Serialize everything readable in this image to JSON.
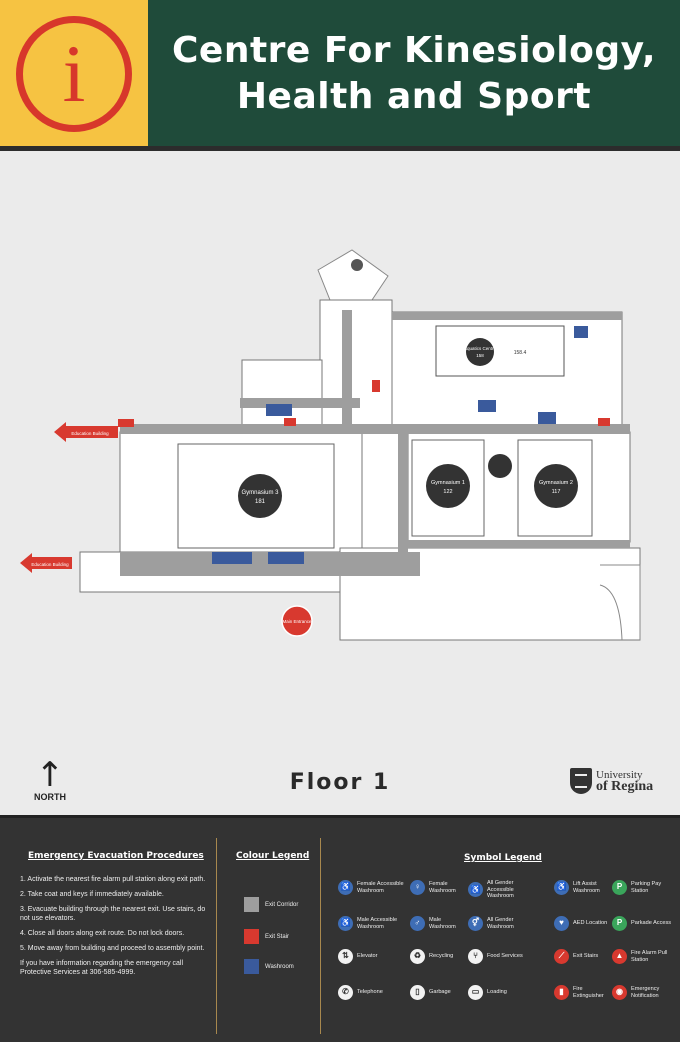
{
  "header": {
    "icon_letter": "i",
    "title_line1": "Centre For Kinesiology,",
    "title_line2": "Health and Sport"
  },
  "map": {
    "floor": "Floor 1",
    "north": "NORTH",
    "exit_labels": [
      "Education Building",
      "Education Building"
    ],
    "main_entrance": "Main Entrance",
    "rooms": {
      "gym3": {
        "name": "Gymnasium 3",
        "number": "181"
      },
      "gym1": {
        "name": "Gymnasium 1",
        "number": "122"
      },
      "gym2": {
        "name": "Gymnasium 2",
        "number": "117"
      },
      "aquatics": {
        "name": "Aquatics Centre",
        "number": "158"
      },
      "pool_number": "158.4"
    },
    "colors": {
      "corridor": "#9e9e9e",
      "exit_stair": "#d8392f",
      "washroom": "#3a5a9c",
      "gym": "#333333",
      "room": "#ffffff"
    }
  },
  "university": {
    "line1": "University",
    "line2": "of Regina"
  },
  "evacuation": {
    "title": "Emergency Evacuation Procedures",
    "steps": [
      "1. Activate the nearest fire alarm pull station along exit path.",
      "2. Take coat and keys if immediately available.",
      "3. Evacuate building through the nearest exit. Use stairs, do not use elevators.",
      "4. Close all doors along exit route. Do not lock doors.",
      "5. Move away from building and proceed to assembly point.",
      "If you have information regarding the emergency call Protective Services at 306-585-4999."
    ]
  },
  "colour_legend": {
    "title": "Colour Legend",
    "items": [
      {
        "label": "Exit Corridor",
        "color": "#9e9e9e"
      },
      {
        "label": "Exit Stair",
        "color": "#d8392f"
      },
      {
        "label": "Washroom",
        "color": "#3a5a9c"
      }
    ]
  },
  "symbol_legend": {
    "title": "Symbol Legend",
    "items": [
      {
        "label": "Female Accessible Washroom",
        "icon": "female-accessible-washroom-icon",
        "style": "blue",
        "glyph": "♿"
      },
      {
        "label": "Female Washroom",
        "icon": "female-washroom-icon",
        "style": "blue",
        "glyph": "♀"
      },
      {
        "label": "All Gender Accessible Washroom",
        "icon": "all-gender-accessible-washroom-icon",
        "style": "blue",
        "glyph": "♿"
      },
      {
        "label": "Lift Assist Washroom",
        "icon": "lift-assist-washroom-icon",
        "style": "blue",
        "glyph": "♿"
      },
      {
        "label": "Parking Pay Station",
        "icon": "parking-pay-station-icon",
        "style": "green",
        "glyph": "P"
      },
      {
        "label": "Male Accessible Washroom",
        "icon": "male-accessible-washroom-icon",
        "style": "blue",
        "glyph": "♿"
      },
      {
        "label": "Male Washroom",
        "icon": "male-washroom-icon",
        "style": "blue",
        "glyph": "♂"
      },
      {
        "label": "All Gender Washroom",
        "icon": "all-gender-washroom-icon",
        "style": "blue",
        "glyph": "⚥"
      },
      {
        "label": "AED Location",
        "icon": "aed-icon",
        "style": "blue",
        "glyph": "♥"
      },
      {
        "label": "Parkade Access",
        "icon": "parkade-access-icon",
        "style": "green",
        "glyph": "P"
      },
      {
        "label": "Elevator",
        "icon": "elevator-icon",
        "style": "white",
        "glyph": "⇅"
      },
      {
        "label": "Recycling",
        "icon": "recycling-icon",
        "style": "white",
        "glyph": "♻"
      },
      {
        "label": "Food Services",
        "icon": "food-services-icon",
        "style": "white",
        "glyph": "⑂"
      },
      {
        "label": "Exit Stairs",
        "icon": "exit-stairs-icon",
        "style": "red",
        "glyph": "⟋"
      },
      {
        "label": "Fire Alarm Pull Station",
        "icon": "fire-alarm-icon",
        "style": "red",
        "glyph": "▲"
      },
      {
        "label": "Telephone",
        "icon": "telephone-icon",
        "style": "white",
        "glyph": "✆"
      },
      {
        "label": "Garbage",
        "icon": "garbage-icon",
        "style": "white",
        "glyph": "▯"
      },
      {
        "label": "Loading",
        "icon": "loading-icon",
        "style": "white",
        "glyph": "▭"
      },
      {
        "label": "Fire Extinguisher",
        "icon": "fire-extinguisher-icon",
        "style": "red",
        "glyph": "▮"
      },
      {
        "label": "Emergency Notification",
        "icon": "emergency-notification-icon",
        "style": "red",
        "glyph": "◉"
      }
    ]
  }
}
